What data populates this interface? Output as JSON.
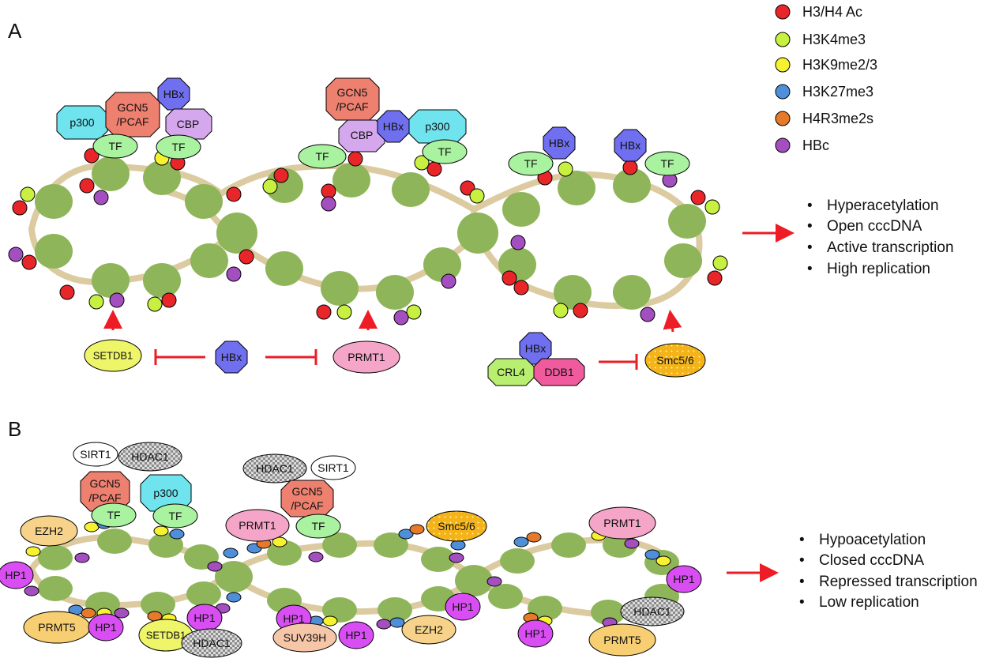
{
  "panels": {
    "a": "A",
    "b": "B"
  },
  "legend": [
    {
      "label": "H3/H4 Ac",
      "color": "#e8262a"
    },
    {
      "label": "H3K4me3",
      "color": "#c8f040"
    },
    {
      "label": "H3K9me2/3",
      "color": "#f7f230"
    },
    {
      "label": "H3K27me3",
      "color": "#4f8fd9"
    },
    {
      "label": "H4R3me2s",
      "color": "#e57a2b"
    },
    {
      "label": "HBc",
      "color": "#a44fc0"
    }
  ],
  "outcome_a": [
    "Hyperacetylation",
    "Open cccDNA",
    "Active transcription",
    "High replication"
  ],
  "outcome_b": [
    "Hypoacetylation",
    "Closed cccDNA",
    "Repressed transcription",
    "Low replication"
  ],
  "factors": {
    "p300": "p300",
    "gcn5": "GCN5",
    "pcaf": "/PCAF",
    "cbp": "CBP",
    "hbx": "HBx",
    "tf": "TF",
    "setdb1": "SETDB1",
    "prmt1": "PRMT1",
    "crl4": "CRL4",
    "ddb1": "DDB1",
    "smc56": "Smc5/6",
    "sirt1": "SIRT1",
    "hdac1": "HDAC1",
    "ezh2": "EZH2",
    "hp1": "HP1",
    "prmt5": "PRMT5",
    "suv39h": "SUV39H"
  },
  "colors": {
    "p300": "#6fe3ee",
    "gcn5": "#ee8070",
    "cbp": "#d5a8ee",
    "hbx": "#6f6ff0",
    "tf": "#a9f3a0",
    "setdb1": "#eef569",
    "prmt1": "#f5a5c8",
    "crl4": "#b9ef71",
    "ddb1": "#ef5b9d",
    "smc56": "#f4b316",
    "hp1": "#d94ef2",
    "ezh2": "#f7d28a",
    "prmt5": "#f7cf72",
    "suv39h": "#f6c6a9",
    "nucleosome": "#8fb55a",
    "dna": "#dccba0",
    "arrow": "#ee1c25"
  }
}
